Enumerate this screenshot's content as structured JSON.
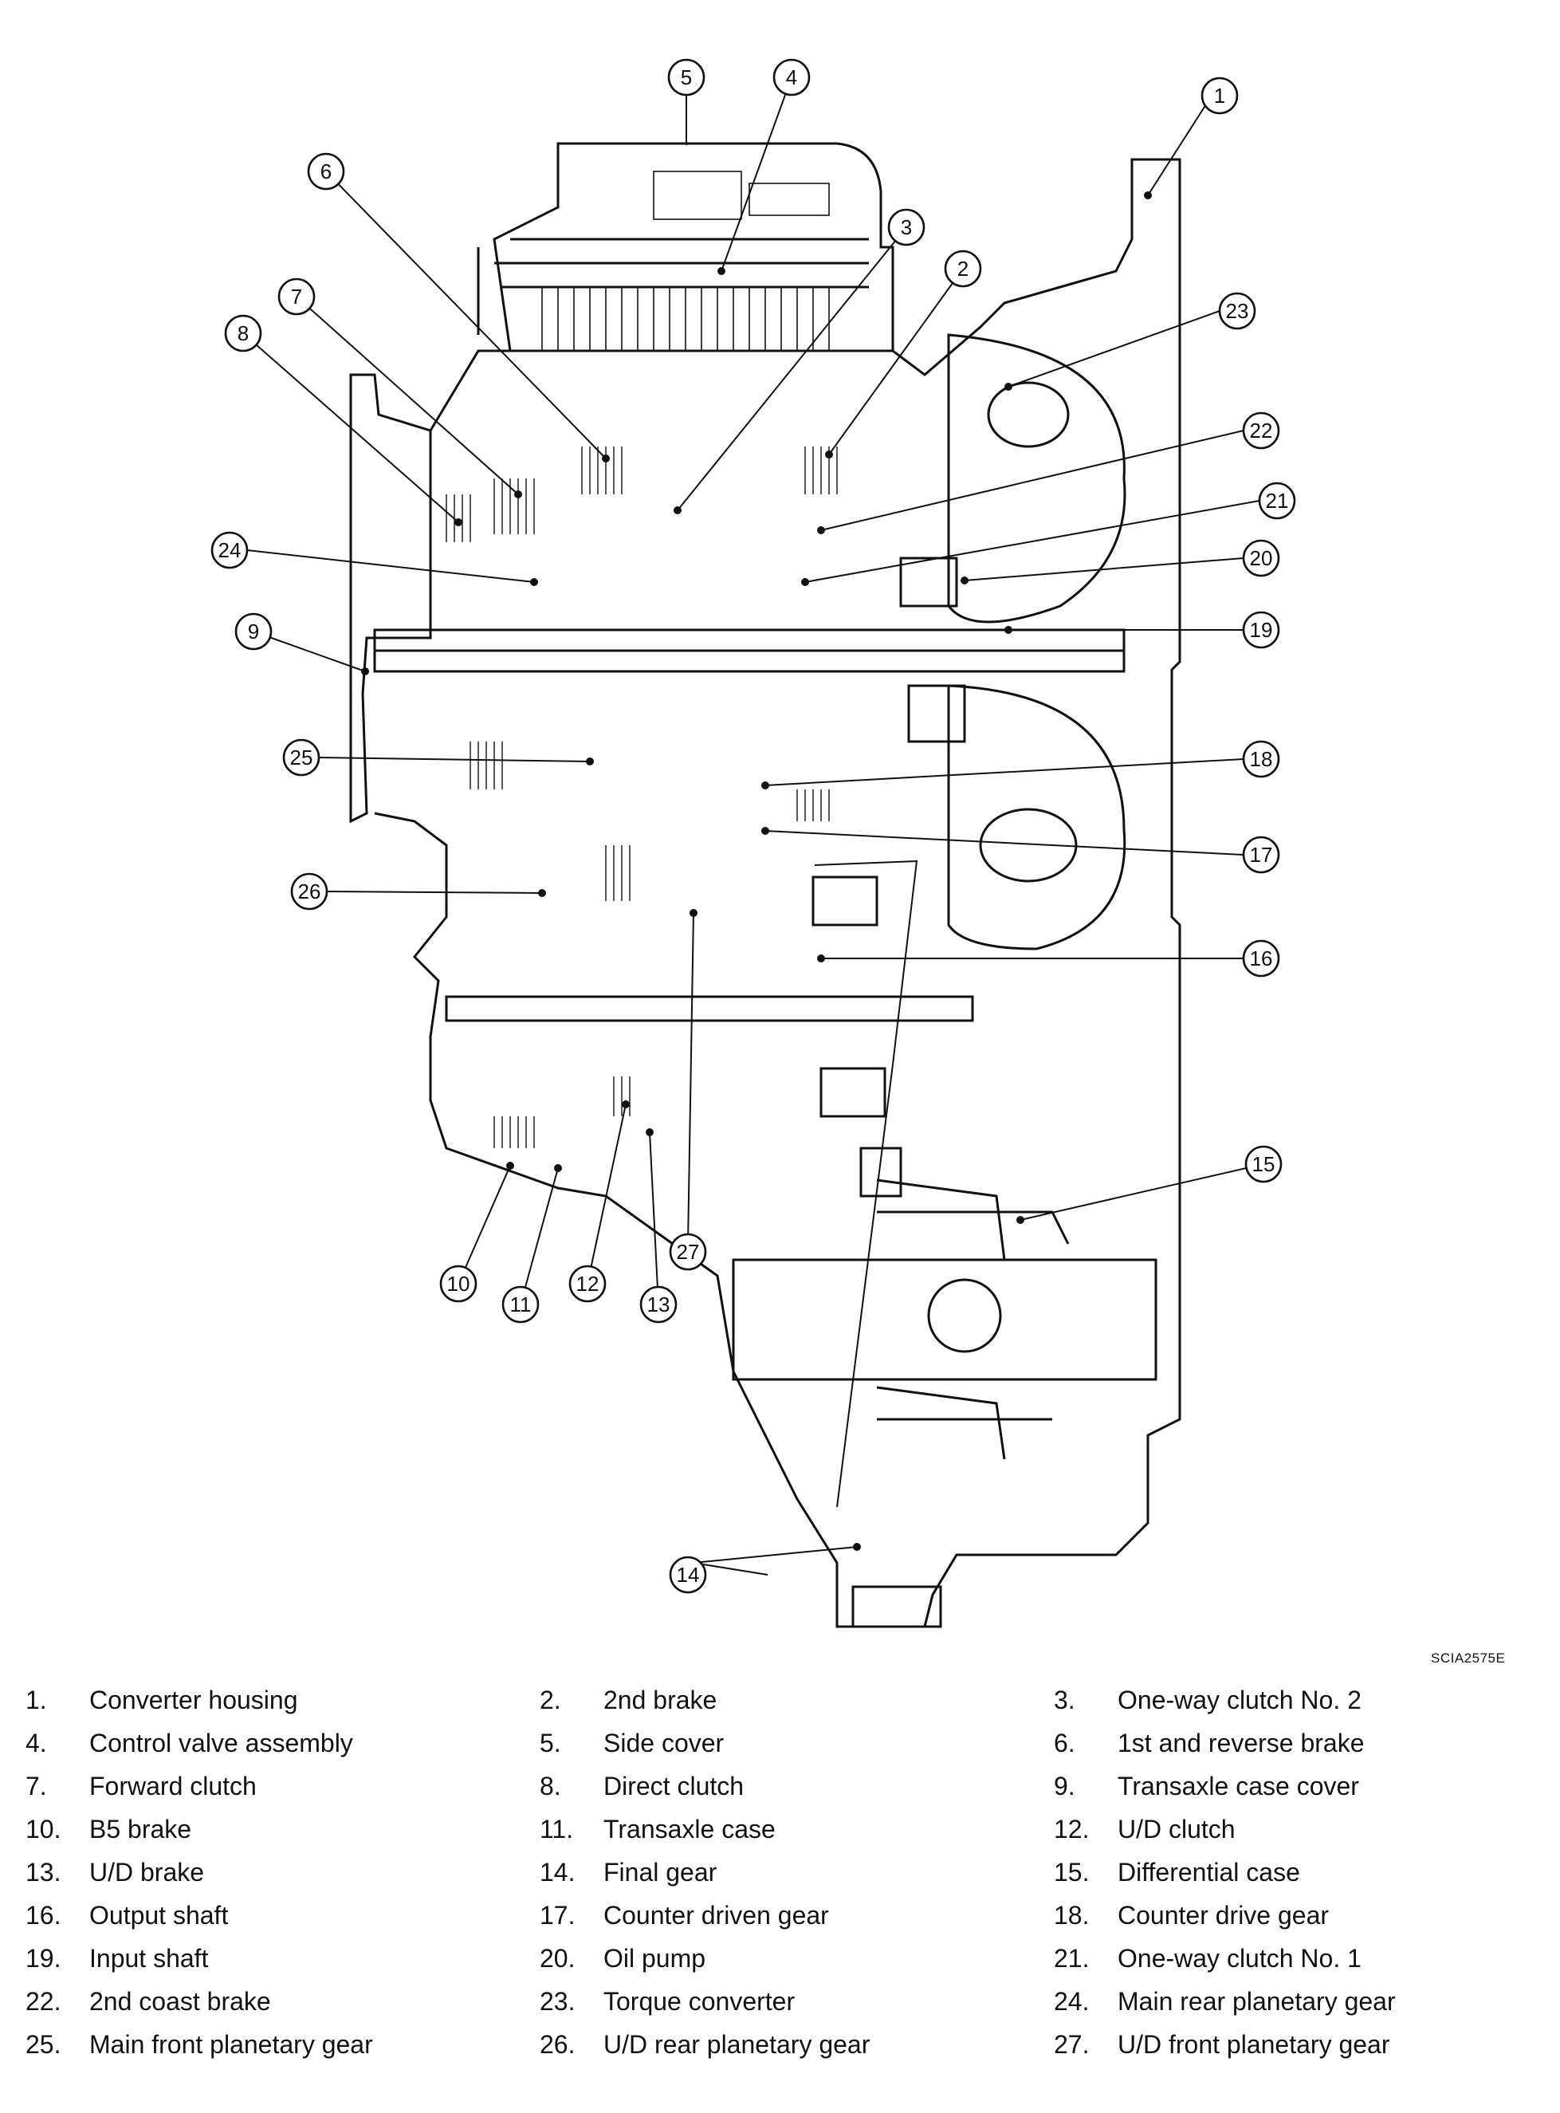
{
  "figure_code": "SCIA2575E",
  "callouts": [
    {
      "num": "1"
    },
    {
      "num": "2"
    },
    {
      "num": "3"
    },
    {
      "num": "4"
    },
    {
      "num": "5"
    },
    {
      "num": "6"
    },
    {
      "num": "7"
    },
    {
      "num": "8"
    },
    {
      "num": "9"
    },
    {
      "num": "10"
    },
    {
      "num": "11"
    },
    {
      "num": "12"
    },
    {
      "num": "13"
    },
    {
      "num": "14"
    },
    {
      "num": "15"
    },
    {
      "num": "16"
    },
    {
      "num": "17"
    },
    {
      "num": "18"
    },
    {
      "num": "19"
    },
    {
      "num": "20"
    },
    {
      "num": "21"
    },
    {
      "num": "22"
    },
    {
      "num": "23"
    },
    {
      "num": "24"
    },
    {
      "num": "25"
    },
    {
      "num": "26"
    },
    {
      "num": "27"
    }
  ],
  "legend": [
    {
      "num": "1.",
      "label": "Converter housing"
    },
    {
      "num": "2.",
      "label": "2nd brake"
    },
    {
      "num": "3.",
      "label": "One-way clutch No. 2"
    },
    {
      "num": "4.",
      "label": "Control valve assembly"
    },
    {
      "num": "5.",
      "label": "Side cover"
    },
    {
      "num": "6.",
      "label": "1st and reverse brake"
    },
    {
      "num": "7.",
      "label": "Forward clutch"
    },
    {
      "num": "8.",
      "label": "Direct clutch"
    },
    {
      "num": "9.",
      "label": "Transaxle case cover"
    },
    {
      "num": "10.",
      "label": "B5 brake"
    },
    {
      "num": "11.",
      "label": "Transaxle case"
    },
    {
      "num": "12.",
      "label": "U/D clutch"
    },
    {
      "num": "13.",
      "label": "U/D brake"
    },
    {
      "num": "14.",
      "label": "Final gear"
    },
    {
      "num": "15.",
      "label": "Differential case"
    },
    {
      "num": "16.",
      "label": "Output shaft"
    },
    {
      "num": "17.",
      "label": "Counter driven gear"
    },
    {
      "num": "18.",
      "label": "Counter drive gear"
    },
    {
      "num": "19.",
      "label": "Input shaft"
    },
    {
      "num": "20.",
      "label": "Oil pump"
    },
    {
      "num": "21.",
      "label": "One-way clutch No. 1"
    },
    {
      "num": "22.",
      "label": "2nd coast brake"
    },
    {
      "num": "23.",
      "label": "Torque converter"
    },
    {
      "num": "24.",
      "label": "Main rear planetary gear"
    },
    {
      "num": "25.",
      "label": "Main front planetary gear"
    },
    {
      "num": "26.",
      "label": "U/D rear planetary gear"
    },
    {
      "num": "27.",
      "label": "U/D front planetary gear"
    }
  ]
}
